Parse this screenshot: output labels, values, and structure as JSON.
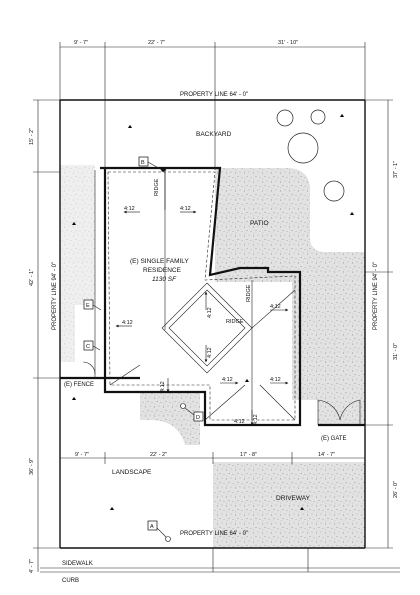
{
  "dimensions": {
    "top": [
      "9' - 7\"",
      "22' - 7\"",
      "31' - 10\""
    ],
    "left": [
      "15' - 2\"",
      "42' - 1\"",
      "36' - 9\"",
      "4' - 7\""
    ],
    "right": [
      "37' - 1\"",
      "31' - 0\"",
      "26' - 0\""
    ],
    "mid": [
      "9' - 7\"",
      "22' - 2\"",
      "17' - 8\"",
      "14' - 7\""
    ]
  },
  "property_lines": {
    "top": "PROPERTY LINE 64' - 0\"",
    "bottom": "PROPERTY LINE 64' - 0\"",
    "left": "PROPERTY LINE 94' - 0\"",
    "right": "PROPERTY LINE 94' - 0\""
  },
  "areas": {
    "backyard": "BACKYARD",
    "patio": "PATIO",
    "landscape": "LANDSCAPE",
    "driveway": "DRIVEWAY",
    "sidewalk": "SIDEWALK",
    "curb": "CURB",
    "fence": "(E) FENCE",
    "gate": "(E) GATE"
  },
  "residence": {
    "line1": "(E) SINGLE FAMILY",
    "line2": "RESIDENCE",
    "area": "1130 SF"
  },
  "roof": {
    "ridge": "RIDGE",
    "slopes": [
      "4:12",
      "4:12",
      "4:12",
      "4:12",
      "4:12",
      "4:12",
      "4:12",
      "4:12",
      "4:12",
      "4:12",
      "4:12"
    ]
  },
  "markers": [
    "A",
    "B",
    "C",
    "D",
    "E"
  ]
}
